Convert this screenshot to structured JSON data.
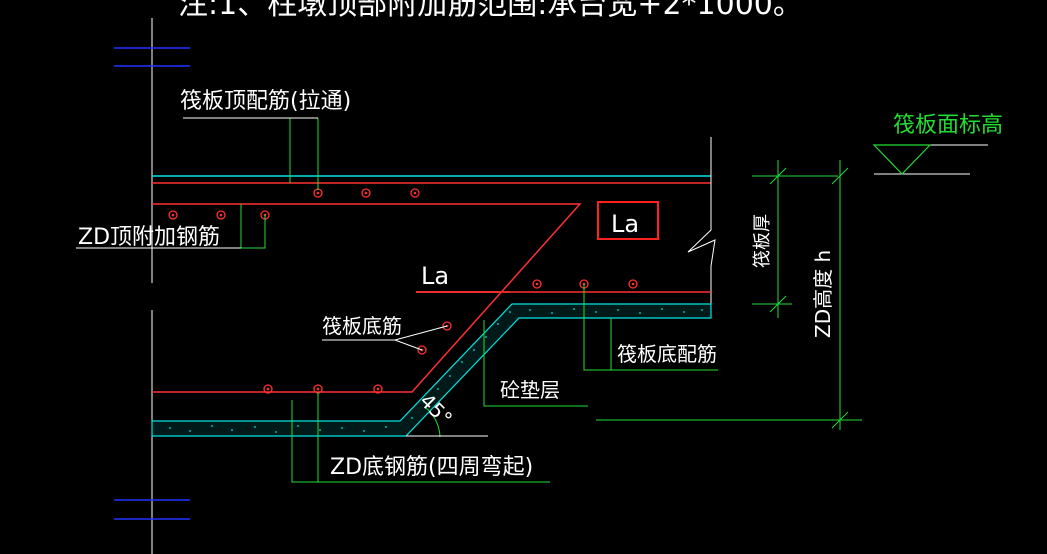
{
  "title_note": "注:1、柱墩顶部附加筋范围:承台宽+2*1000。",
  "labels": {
    "raft_top_rebar": "筏板顶配筋(拉通)",
    "zd_top_additional_rebar": "ZD顶附加钢筋",
    "la_boxed": "La",
    "la_plain": "La",
    "raft_bottom_rebar_left": "筏板底筋",
    "raft_bottom_rebar_right": "筏板底配筋",
    "cushion_layer": "砼垫层",
    "angle": "45°",
    "zd_bottom_rebar": "ZD底钢筋(四周弯起)",
    "raft_thickness": "筏板厚",
    "zd_height": "ZD高度 h",
    "raft_surface_elevation": "筏板面标高"
  },
  "colors": {
    "background": "#000000",
    "rebar_red": "#ff3030",
    "cyan": "#00e5e5",
    "green": "#22dd33",
    "white": "#ffffff",
    "blue": "#2233ff",
    "highlight_box": "#ff2020"
  }
}
